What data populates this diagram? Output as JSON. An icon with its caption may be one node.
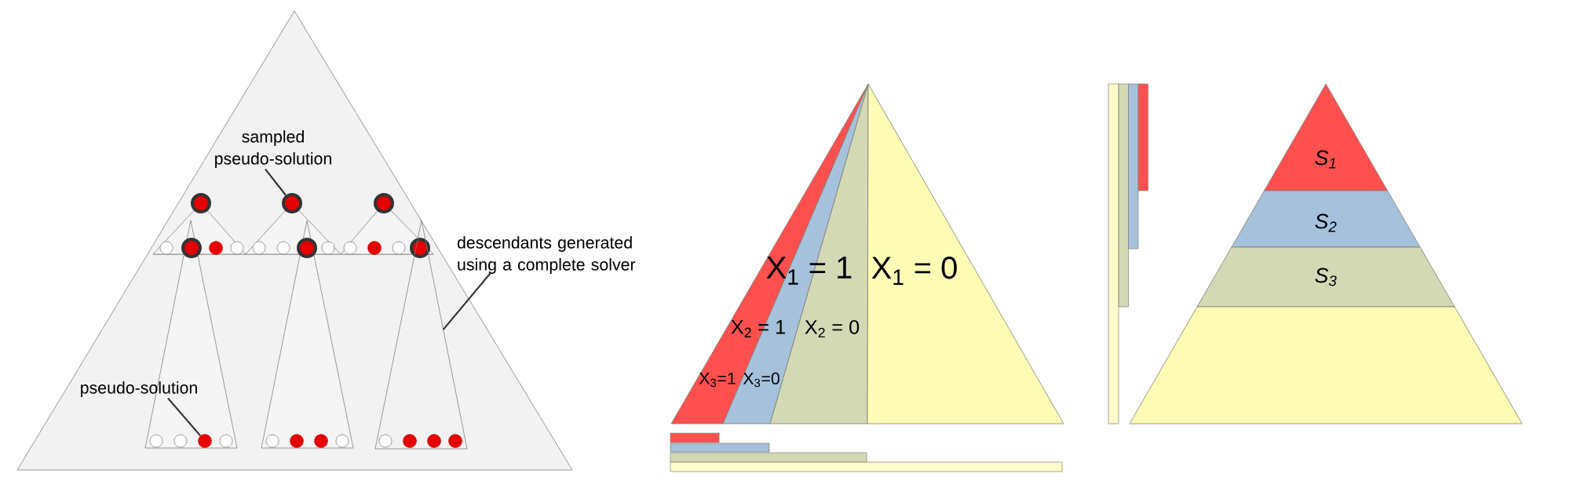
{
  "diagram": {
    "nodes": [
      {
        "text": [
          "sampled pseudo-solution"
        ]
      },
      {
        "text": [],
        "shape": "circle"
      },
      {
        "text": [
          "descendants generated using a complete solver"
        ]
      },
      {
        "text": [],
        "shape": "triangle"
      },
      {
        "text": [
          "pseudo-solution"
        ]
      },
      {
        "text": [],
        "shape": "circle"
      },
      {
        "text": [
          "S$_{1}$"
        ]
      },
      {
        "text": [
          "S$_{2}$"
        ]
      },
      {
        "text": [
          "S$_{3}$"
        ]
      },
      {
        "text": [],
        "shape": "band"
      }
    ],
    "edges": [
      {
        "from": 0,
        "to": 1,
        "arrow": "none"
      },
      {
        "from": 2,
        "to": 3,
        "arrow": "none"
      },
      {
        "from": 4,
        "to": 5,
        "arrow": "none"
      }
    ],
    "labels": [
      "X$_{1}$ = 1",
      "X$_{1}$ = 0",
      "X$_{2}$ = 1",
      "X$_{2}$ = 0",
      "X$_{3}$=1",
      "X$_{3}$=0"
    ]
  }
}
